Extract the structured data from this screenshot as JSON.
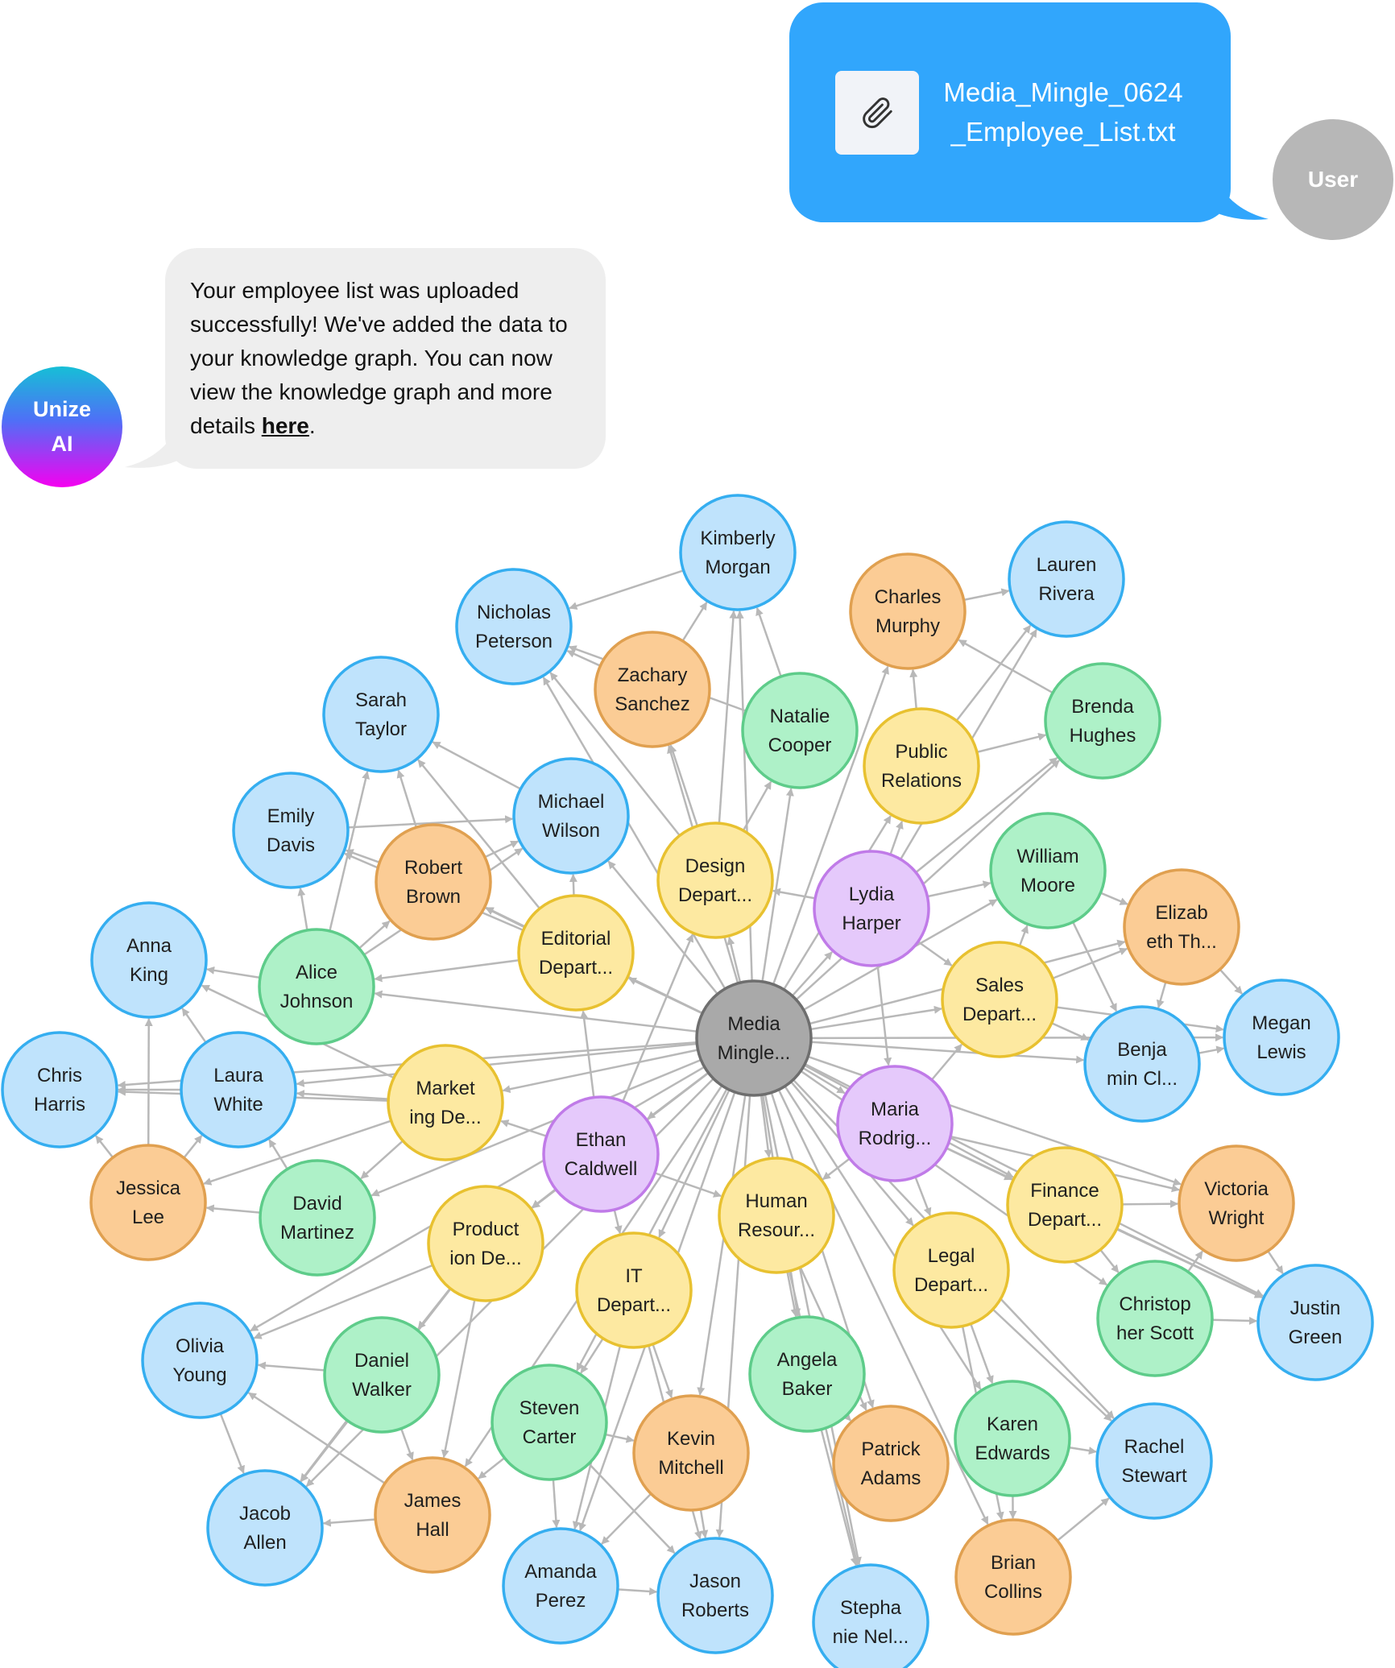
{
  "user_message": {
    "file_name_line1": "Media_Mingle_0624",
    "file_name_line2": "_Employee_List.txt",
    "attachment_icon": "paperclip-icon"
  },
  "user_avatar": {
    "label": "User"
  },
  "ai_message": {
    "text": "Your employee list was uploaded successfully! We've added the data to your knowledge graph. You can now view the knowledge graph and more details ",
    "link_text": "here",
    "text_end": "."
  },
  "ai_avatar": {
    "line1": "Unize",
    "line2": "AI"
  },
  "colors": {
    "user_bubble": "#31a6fc",
    "ai_bubble": "#eeeeee",
    "company_fill": "#a9a9a9",
    "company_stroke": "#6e6e6e",
    "department_fill": "#fde9a1",
    "department_stroke": "#e8c130",
    "manager_fill": "#e5c9fb",
    "manager_stroke": "#c07be8",
    "lead_fill": "#fbcc95",
    "lead_stroke": "#e0a050",
    "senior_fill": "#aef1c8",
    "senior_stroke": "#5ecc8a",
    "employee_fill": "#bfe3fc",
    "employee_stroke": "#35aef0",
    "edge": "#b8b8b8"
  },
  "graph": {
    "nodes": [
      {
        "id": "company",
        "type": "company",
        "lines": [
          "Media",
          "Mingle..."
        ]
      },
      {
        "id": "design",
        "type": "department",
        "lines": [
          "Design",
          "Depart..."
        ]
      },
      {
        "id": "editorial",
        "type": "department",
        "lines": [
          "Editorial",
          "Depart..."
        ]
      },
      {
        "id": "marketing",
        "type": "department",
        "lines": [
          "Market",
          "ing De..."
        ]
      },
      {
        "id": "production",
        "type": "department",
        "lines": [
          "Product",
          "ion De..."
        ]
      },
      {
        "id": "it",
        "type": "department",
        "lines": [
          "IT",
          "Depart..."
        ]
      },
      {
        "id": "hr",
        "type": "department",
        "lines": [
          "Human",
          "Resour..."
        ]
      },
      {
        "id": "legal",
        "type": "department",
        "lines": [
          "Legal",
          "Depart..."
        ]
      },
      {
        "id": "finance",
        "type": "department",
        "lines": [
          "Finance",
          "Depart..."
        ]
      },
      {
        "id": "sales",
        "type": "department",
        "lines": [
          "Sales",
          "Depart..."
        ]
      },
      {
        "id": "pr",
        "type": "department",
        "lines": [
          "Public",
          "Relations"
        ]
      },
      {
        "id": "lydia",
        "type": "manager",
        "lines": [
          "Lydia",
          "Harper"
        ]
      },
      {
        "id": "ethan",
        "type": "manager",
        "lines": [
          "Ethan",
          "Caldwell"
        ]
      },
      {
        "id": "maria",
        "type": "manager",
        "lines": [
          "Maria",
          "Rodrig..."
        ]
      },
      {
        "id": "charles",
        "type": "lead",
        "lines": [
          "Charles",
          "Murphy"
        ]
      },
      {
        "id": "zachary",
        "type": "lead",
        "lines": [
          "Zachary",
          "Sanchez"
        ]
      },
      {
        "id": "robert",
        "type": "lead",
        "lines": [
          "Robert",
          "Brown"
        ]
      },
      {
        "id": "elizabeth",
        "type": "lead",
        "lines": [
          "Elizab",
          "eth Th..."
        ]
      },
      {
        "id": "jessica",
        "type": "lead",
        "lines": [
          "Jessica",
          "Lee"
        ]
      },
      {
        "id": "victoria",
        "type": "lead",
        "lines": [
          "Victoria",
          "Wright"
        ]
      },
      {
        "id": "james",
        "type": "lead",
        "lines": [
          "James",
          "Hall"
        ]
      },
      {
        "id": "kevin",
        "type": "lead",
        "lines": [
          "Kevin",
          "Mitchell"
        ]
      },
      {
        "id": "patrick",
        "type": "lead",
        "lines": [
          "Patrick",
          "Adams"
        ]
      },
      {
        "id": "brian",
        "type": "lead",
        "lines": [
          "Brian",
          "Collins"
        ]
      },
      {
        "id": "natalie",
        "type": "senior",
        "lines": [
          "Natalie",
          "Cooper"
        ]
      },
      {
        "id": "brenda",
        "type": "senior",
        "lines": [
          "Brenda",
          "Hughes"
        ]
      },
      {
        "id": "william",
        "type": "senior",
        "lines": [
          "William",
          "Moore"
        ]
      },
      {
        "id": "alice",
        "type": "senior",
        "lines": [
          "Alice",
          "Johnson"
        ]
      },
      {
        "id": "david",
        "type": "senior",
        "lines": [
          "David",
          "Martinez"
        ]
      },
      {
        "id": "daniel",
        "type": "senior",
        "lines": [
          "Daniel",
          "Walker"
        ]
      },
      {
        "id": "steven",
        "type": "senior",
        "lines": [
          "Steven",
          "Carter"
        ]
      },
      {
        "id": "angela",
        "type": "senior",
        "lines": [
          "Angela",
          "Baker"
        ]
      },
      {
        "id": "karen",
        "type": "senior",
        "lines": [
          "Karen",
          "Edwards"
        ]
      },
      {
        "id": "christopher",
        "type": "senior",
        "lines": [
          "Christop",
          "her Scott"
        ]
      },
      {
        "id": "kimberly",
        "type": "employee",
        "lines": [
          "Kimberly",
          "Morgan"
        ]
      },
      {
        "id": "lauren",
        "type": "employee",
        "lines": [
          "Lauren",
          "Rivera"
        ]
      },
      {
        "id": "nicholas",
        "type": "employee",
        "lines": [
          "Nicholas",
          "Peterson"
        ]
      },
      {
        "id": "sarah",
        "type": "employee",
        "lines": [
          "Sarah",
          "Taylor"
        ]
      },
      {
        "id": "michael",
        "type": "employee",
        "lines": [
          "Michael",
          "Wilson"
        ]
      },
      {
        "id": "emily",
        "type": "employee",
        "lines": [
          "Emily",
          "Davis"
        ]
      },
      {
        "id": "anna",
        "type": "employee",
        "lines": [
          "Anna",
          "King"
        ]
      },
      {
        "id": "chris",
        "type": "employee",
        "lines": [
          "Chris",
          "Harris"
        ]
      },
      {
        "id": "laura",
        "type": "employee",
        "lines": [
          "Laura",
          "White"
        ]
      },
      {
        "id": "benjamin",
        "type": "employee",
        "lines": [
          "Benja",
          "min Cl..."
        ]
      },
      {
        "id": "megan",
        "type": "employee",
        "lines": [
          "Megan",
          "Lewis"
        ]
      },
      {
        "id": "justin",
        "type": "employee",
        "lines": [
          "Justin",
          "Green"
        ]
      },
      {
        "id": "rachel",
        "type": "employee",
        "lines": [
          "Rachel",
          "Stewart"
        ]
      },
      {
        "id": "olivia",
        "type": "employee",
        "lines": [
          "Olivia",
          "Young"
        ]
      },
      {
        "id": "jacob",
        "type": "employee",
        "lines": [
          "Jacob",
          "Allen"
        ]
      },
      {
        "id": "amanda",
        "type": "employee",
        "lines": [
          "Amanda",
          "Perez"
        ]
      },
      {
        "id": "jason",
        "type": "employee",
        "lines": [
          "Jason",
          "Roberts"
        ]
      },
      {
        "id": "stephanie",
        "type": "employee",
        "lines": [
          "Stepha",
          "nie Nel..."
        ]
      }
    ]
  }
}
